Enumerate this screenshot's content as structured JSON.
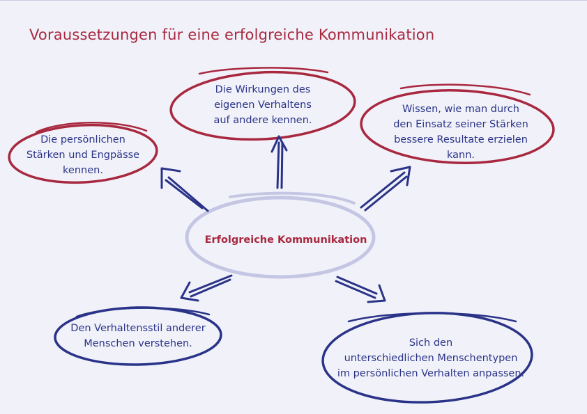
{
  "title": "Voraussetzungen für eine erfolgreiche Kommunikation",
  "center": "Erfolgreiche Kommunikation",
  "nodes": {
    "top_left": [
      "Die persönlichen",
      "Stärken und Engpässe",
      "kennen."
    ],
    "top_center": [
      "Die Wirkungen des",
      "eigenen Verhaltens",
      "auf andere kennen."
    ],
    "top_right": [
      "Wissen, wie man durch",
      "den Einsatz seiner Stärken",
      "bessere Resultate erzielen",
      "kann."
    ],
    "bottom_left": [
      "Den Verhaltensstil anderer",
      "Menschen verstehen."
    ],
    "bottom_right": [
      "Sich den",
      "unterschiedlichen Menschentypen",
      "im persönlichen Verhalten anpassen."
    ]
  },
  "colors": {
    "background": "#f1f2f9",
    "red": "#a8283f",
    "blue": "#2a3388",
    "center_ring": "#c4c6e4"
  }
}
